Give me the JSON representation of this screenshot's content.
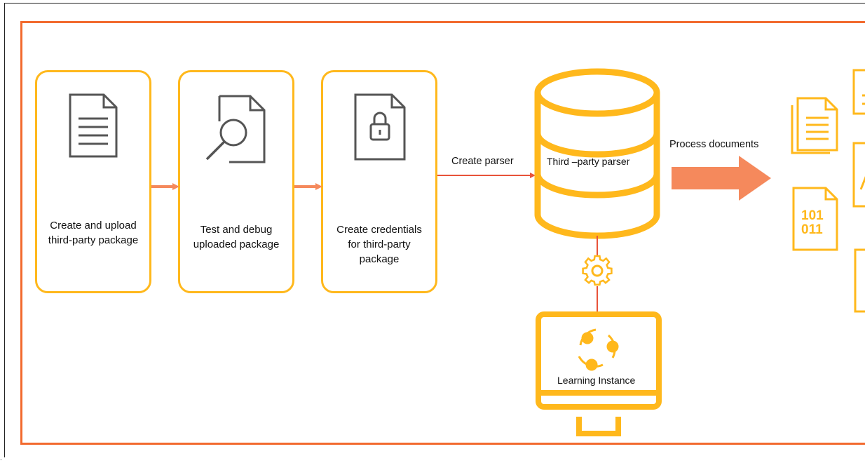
{
  "steps": [
    {
      "label_lines": [
        "Create and upload",
        "third-party package"
      ],
      "icon": "document-icon"
    },
    {
      "label_lines": [
        "Test and debug",
        "uploaded package"
      ],
      "icon": "document-search-icon"
    },
    {
      "label_lines": [
        "Create credentials",
        "for third-party",
        "package"
      ],
      "icon": "document-lock-icon"
    }
  ],
  "connectors": {
    "create_parser": "Create parser",
    "process_documents": "Process documents"
  },
  "parser": {
    "label": "Third –party parser",
    "icon": "database-icon"
  },
  "learning_instance": {
    "label": "Learning Instance",
    "icon": "monitor-icon"
  },
  "binary_icon_text": [
    "101",
    "011"
  ],
  "colors": {
    "accent": "#ffb81c",
    "frame": "#f26a2e",
    "arrow": "#f5895c",
    "icon_gray": "#555555"
  }
}
